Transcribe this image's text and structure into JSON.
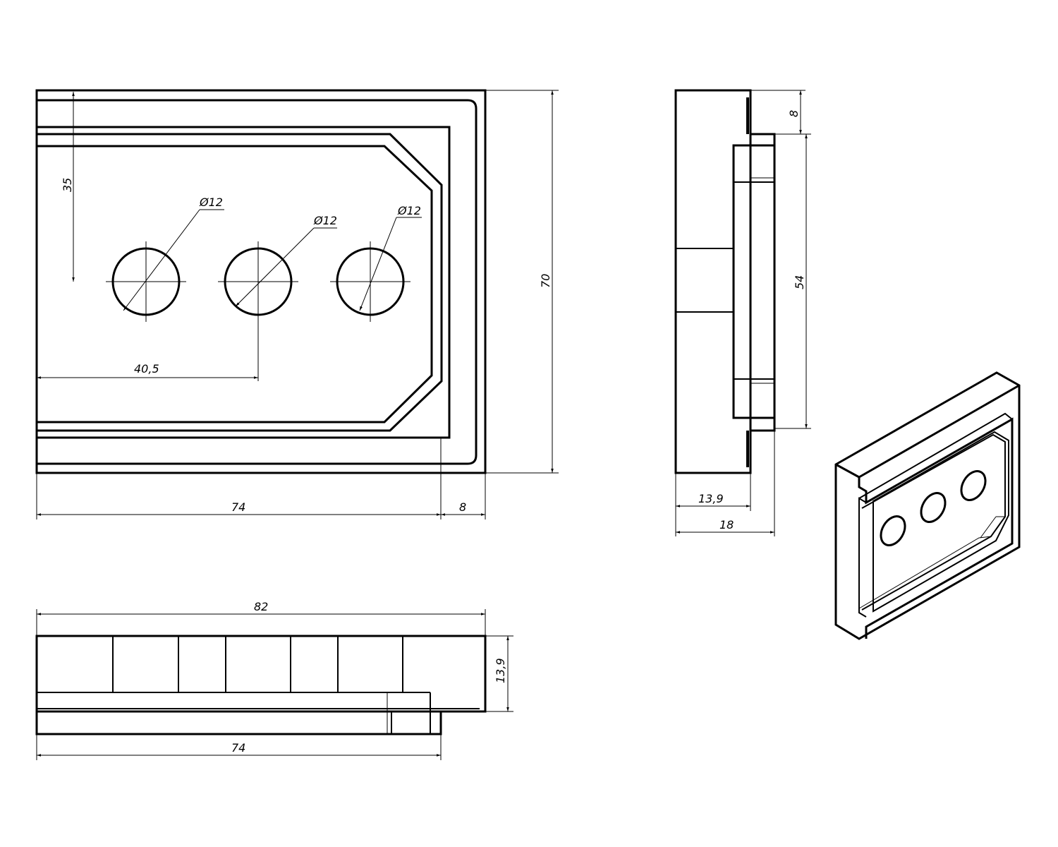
{
  "drawing": {
    "front_view": {
      "dim_height_to_center": "35",
      "dim_center_offset": "40,5",
      "dim_total_height": "70",
      "dim_width": "74",
      "dim_lip": "8",
      "hole_diameters": [
        "Ø12",
        "Ø12",
        "Ø12"
      ]
    },
    "side_view": {
      "dim_top_offset": "8",
      "dim_inner_height": "54",
      "dim_depth": "13,9",
      "dim_total_depth": "18"
    },
    "bottom_view": {
      "dim_total_width": "82",
      "dim_height": "13,9",
      "dim_base_width": "74"
    }
  }
}
